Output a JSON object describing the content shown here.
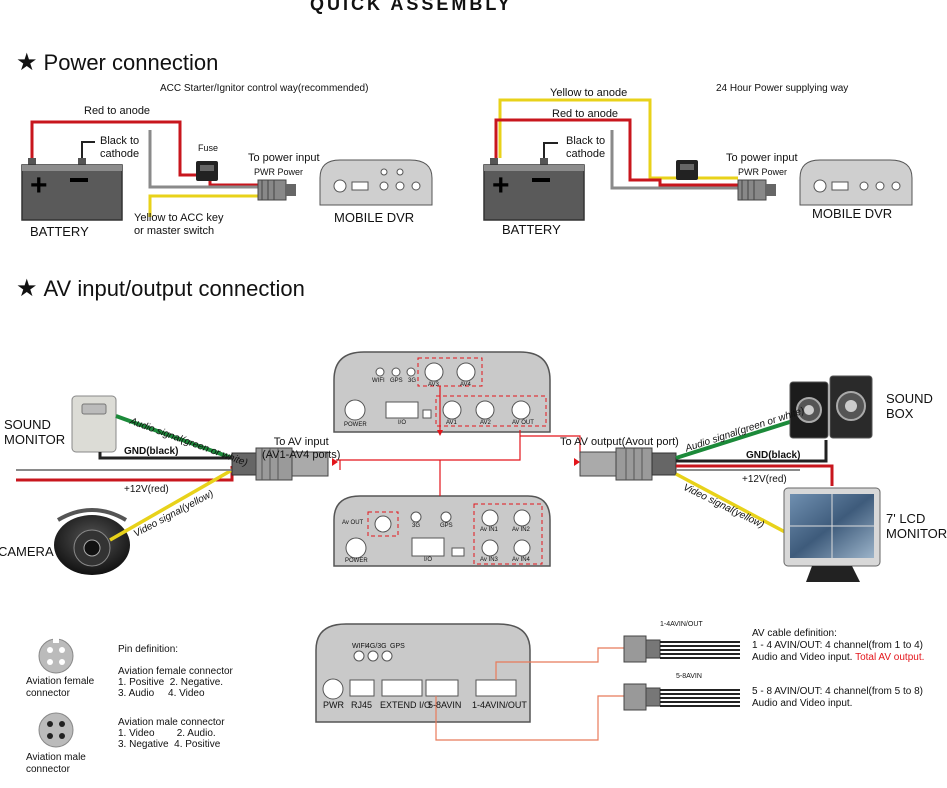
{
  "title": "QUICK ASSEMBLY",
  "power_section": {
    "heading": "Power connection",
    "left": {
      "caption": "ACC Starter/Ignitor control way(recommended)",
      "red_label": "Red to anode",
      "black_label": "Black to\ncathode",
      "fuse_label": "Fuse",
      "to_power_input": "To power input",
      "pwr_power": "PWR Power",
      "yellow_label": "Yellow to ACC key\nor master switch",
      "battery_label": "BATTERY",
      "dvr_label": "MOBILE DVR"
    },
    "right": {
      "caption": "24 Hour Power supplying way",
      "yellow_label": "Yellow to anode",
      "red_label": "Red to anode",
      "black_label": "Black to\ncathode",
      "to_power_input": "To power input",
      "pwr_power": "PWR Power",
      "battery_label": "BATTERY",
      "dvr_label": "MOBILE DVR"
    }
  },
  "av_section": {
    "heading": "AV input/output connection",
    "sound_monitor": "SOUND\nMONITOR",
    "camera": "CAMERA",
    "audio_in": "Audio signal(green or white)",
    "gnd_in": "GND(black)",
    "v12_in": "+12V(red)",
    "video_in": "Video signal(yellow)",
    "to_av_input": "To AV input\n(AV1-AV4 ports)",
    "to_av_output": "To AV output(Avout port)",
    "audio_out": "Audio signal(green or white)",
    "gnd_out": "GND(black)",
    "v12_out": "+12V(red)",
    "video_out": "Video signal(yellow)",
    "sound_box": "SOUND\nBOX",
    "lcd_monitor": "7' LCD\nMONITOR",
    "top_panel": {
      "ports": [
        "WIFI",
        "GPS",
        "3G",
        "AV3",
        "AV4",
        "POWER",
        "I/O",
        "AV1",
        "AV2",
        "AV OUT"
      ]
    },
    "bottom_panel": {
      "ports": [
        "Av OUT",
        "3G",
        "GPS",
        "POWER",
        "I/O",
        "Av IN1",
        "Av IN2",
        "Av IN3",
        "Av IN4"
      ]
    }
  },
  "pin_section": {
    "heading": "Pin definition:",
    "female_icon_label": "Aviation female\nconnector",
    "female_title": "Aviation female connector",
    "female_line1": "1. Positive  2. Negative.",
    "female_line2": "3. Audio     4. Video",
    "male_icon_label": "Aviation male\nconnector",
    "male_title": "Aviation male connector",
    "male_line1": "1. Video        2. Audio.",
    "male_line2": "3. Negative  4. Positive"
  },
  "dvr_bottom": {
    "top_labels": [
      "WIFI",
      "4G/3G",
      "GPS"
    ],
    "pwr": "PWR",
    "rj45": "RJ45",
    "extend": "EXTEND I/O",
    "avin58": "5-8AVIN",
    "avin14": "1-4AVIN/OUT"
  },
  "cable_section": {
    "cable1_label": "1-4AVIN/OUT",
    "cable2_label": "5-8AVIN",
    "heading": "AV cable definition:",
    "line1": "1 - 4 AVIN/OUT: 4 channel(from 1 to 4)",
    "line2_a": "Audio and Video input.",
    "line2_b": "Total AV output.",
    "line3": "5 - 8 AVIN/OUT: 4 channel(from 5 to 8)",
    "line4": "Audio and Video input."
  },
  "colors": {
    "red_wire": "#c8161d",
    "black_wire": "#222222",
    "gray_wire": "#8a8a8a",
    "yellow_wire": "#e8d21a",
    "green_wire": "#1c8a3a",
    "dashed_red": "#e3151b",
    "panel_gray": "#c9c9c9",
    "orange_line": "#e87a5a"
  }
}
